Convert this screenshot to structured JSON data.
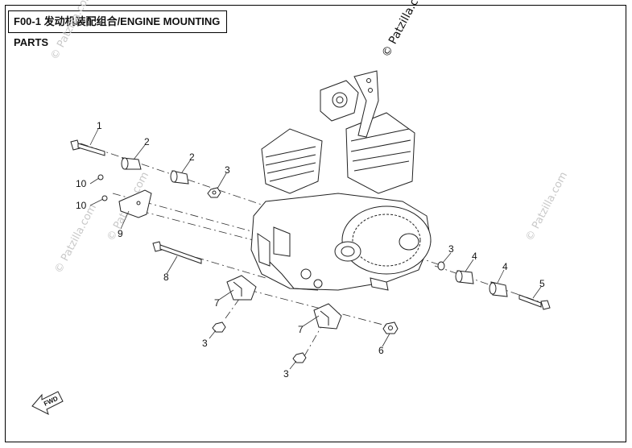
{
  "title": "F00-1 发动机装配组合/ENGINE MOUNTING PARTS",
  "watermark_main": "© Patzilla.com",
  "watermark_faint": "© Patzilla.com",
  "fwd_label": "FWD",
  "callouts": {
    "c1": "1",
    "c2a": "2",
    "c2b": "2",
    "c3a": "3",
    "c3b": "3",
    "c3c": "3",
    "c3d": "3",
    "c4a": "4",
    "c4b": "4",
    "c5": "5",
    "c6": "6",
    "c7a": "7",
    "c7b": "7",
    "c8": "8",
    "c9": "9",
    "c10a": "10",
    "c10b": "10"
  }
}
